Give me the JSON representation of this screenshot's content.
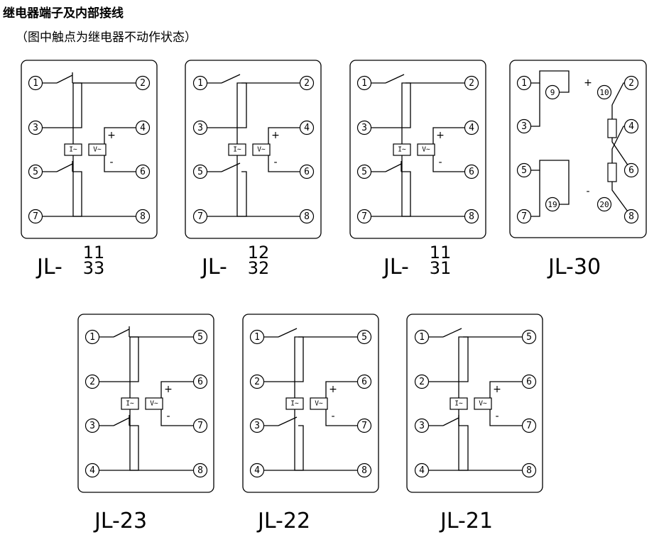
{
  "title": "继电器端子及内部接线",
  "subtitle": "（图中触点为继电器不动作状态）",
  "symbols": {
    "current_meter": "I~",
    "voltage_meter": "V~",
    "plus": "+",
    "minus": "—",
    "minus_short": "-"
  },
  "relays": [
    {
      "id": "jl-11-33",
      "model_prefix": "JL-",
      "model_top": "11",
      "model_bottom": "33",
      "left_terminals": [
        "1",
        "3",
        "5",
        "7"
      ],
      "right_terminals": [
        "2",
        "4",
        "6",
        "8"
      ],
      "contact_top": "nc",
      "contact_bottom": "nc"
    },
    {
      "id": "jl-12-32",
      "model_prefix": "JL-",
      "model_top": "12",
      "model_bottom": "32",
      "left_terminals": [
        "1",
        "3",
        "5",
        "7"
      ],
      "right_terminals": [
        "2",
        "4",
        "6",
        "8"
      ],
      "contact_top": "no",
      "contact_bottom": "no"
    },
    {
      "id": "jl-11-31",
      "model_prefix": "JL-",
      "model_top": "11",
      "model_bottom": "31",
      "left_terminals": [
        "1",
        "3",
        "5",
        "7"
      ],
      "right_terminals": [
        "2",
        "4",
        "6",
        "8"
      ],
      "contact_top": "no",
      "contact_bottom": "nc"
    },
    {
      "id": "jl-30",
      "model": "JL-30",
      "left_terminals": [
        "1",
        "3",
        "5",
        "7"
      ],
      "right_terminals": [
        "2",
        "4",
        "6",
        "8"
      ],
      "inner_terminals": [
        "9",
        "10",
        "19",
        "20"
      ]
    },
    {
      "id": "jl-23",
      "model": "JL-23",
      "left_terminals": [
        "1",
        "2",
        "3",
        "4"
      ],
      "right_terminals": [
        "5",
        "6",
        "7",
        "8"
      ],
      "contact_top": "nc",
      "contact_bottom": "nc"
    },
    {
      "id": "jl-22",
      "model": "JL-22",
      "left_terminals": [
        "1",
        "2",
        "3",
        "4"
      ],
      "right_terminals": [
        "5",
        "6",
        "7",
        "8"
      ],
      "contact_top": "no",
      "contact_bottom": "no"
    },
    {
      "id": "jl-21",
      "model": "JL-21",
      "left_terminals": [
        "1",
        "2",
        "3",
        "4"
      ],
      "right_terminals": [
        "5",
        "6",
        "7",
        "8"
      ],
      "contact_top": "no",
      "contact_bottom": "nc"
    }
  ]
}
